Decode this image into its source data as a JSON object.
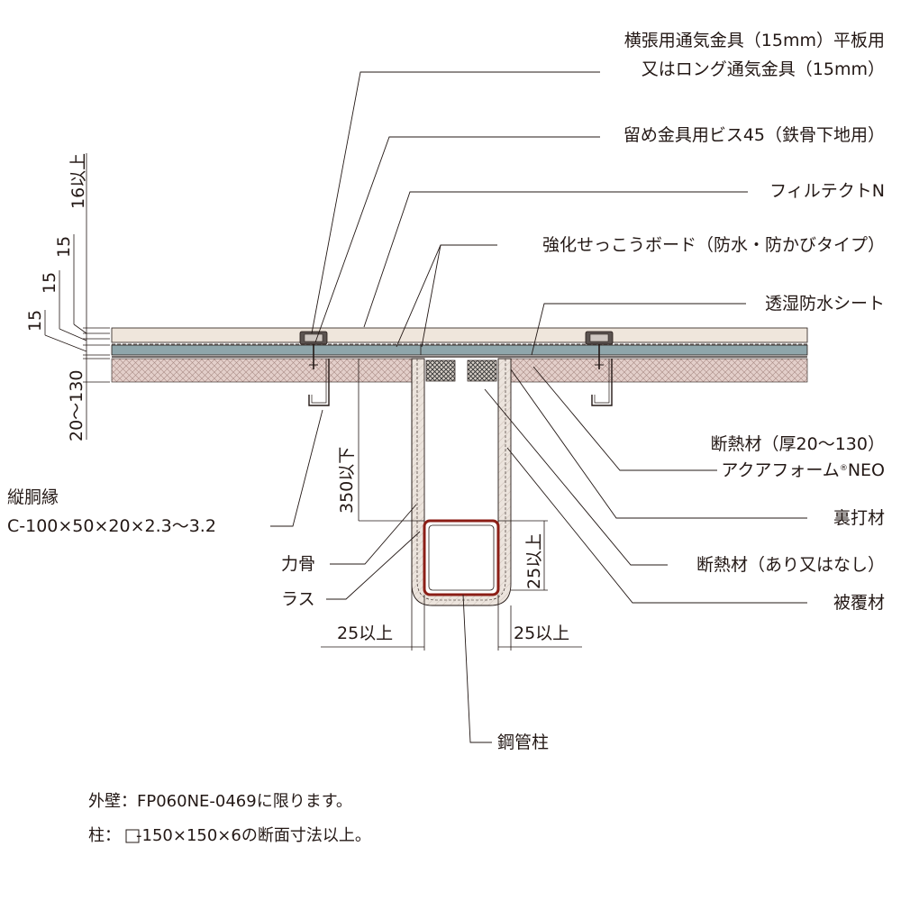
{
  "labels": {
    "clip1": "横張用通気金具（15mm）平板用",
    "clip2": "又はロング通気金具（15mm）",
    "screw": "留め金具用ビス45（鉄骨下地用）",
    "siding": "フィルテクトN",
    "board": "強化せっこうボード（防水・防かびタイプ）",
    "sheet": "透湿防水シート",
    "insulation1": "断熱材（厚20〜130）",
    "insulation2a": "アクアフォーム",
    "insulation2_mark": "®",
    "insulation2b": "NEO",
    "backing": "裏打材",
    "insulation_opt": "断熱材（あり又はなし）",
    "coating": "被覆材",
    "stud": "縦胴縁",
    "stud_spec": "C-100×50×20×2.3〜3.2",
    "rikikotsu": "力骨",
    "lath": "ラス",
    "column": "鋼管柱"
  },
  "dimensions": {
    "d16": "16以上",
    "d15a": "15",
    "d15b": "15",
    "d15c": "15",
    "d20_130": "20〜130",
    "d350": "350以下",
    "d25_right_vert": "25以上",
    "d25_left": "25以上",
    "d25_right": "25以上"
  },
  "notes": {
    "line1": "外壁：FP060NE-0469に限ります。",
    "line2": "柱：□-150×150×6の断面寸法以上。"
  },
  "colors": {
    "line": "#231815",
    "siding": "#efe6dc",
    "board": "#8fa6ab",
    "insulation": "#d9c2bd",
    "coating": "#e8e0d9",
    "steel": "#8b1e16"
  }
}
